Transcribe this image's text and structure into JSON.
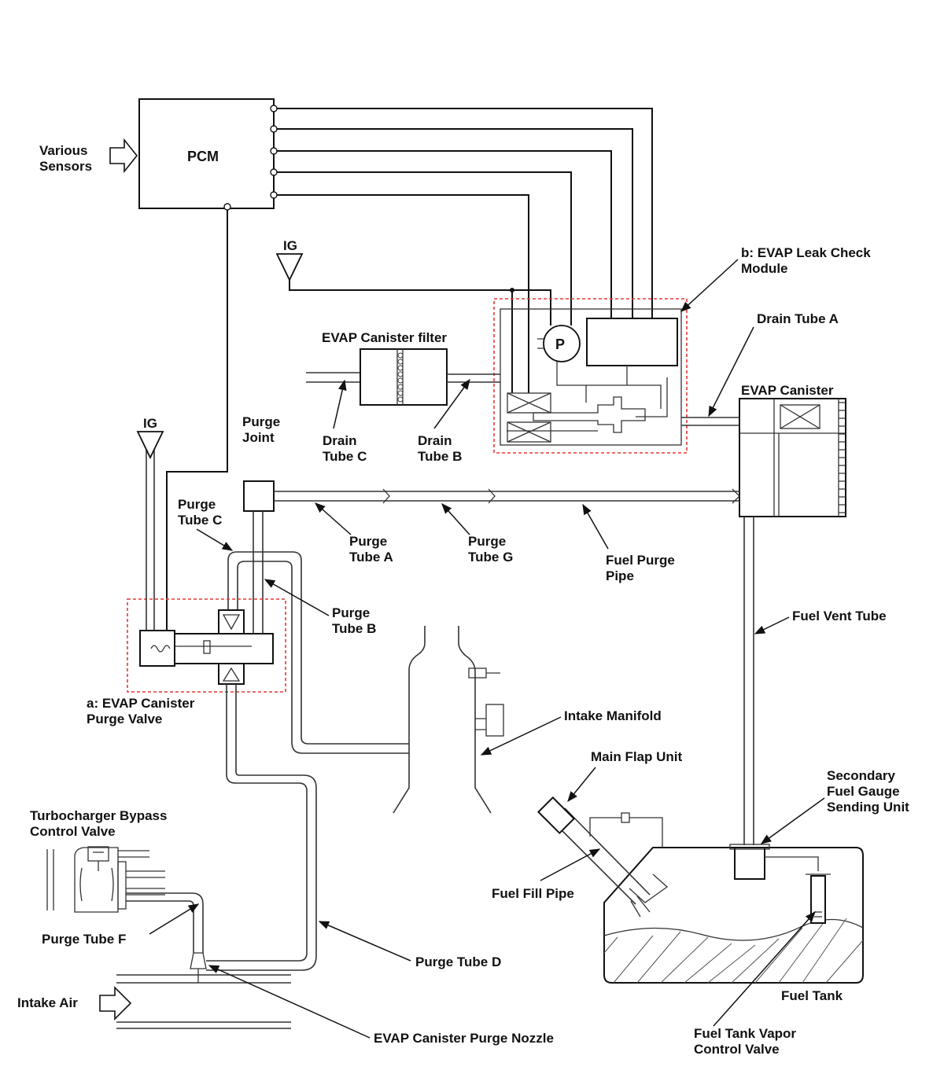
{
  "colors": {
    "line": "#111111",
    "highlight": "#e53935",
    "background": "#ffffff"
  },
  "labels": {
    "various_sensors": [
      "Various",
      "Sensors"
    ],
    "pcm": "PCM",
    "ig_top": "IG",
    "ig_left": "IG",
    "leak_check_module": [
      "b: EVAP Leak Check",
      "Module"
    ],
    "canister_filter": "EVAP Canister filter",
    "pump_symbol": "P",
    "drain_tube_a": "Drain Tube A",
    "evap_canister": "EVAP Canister",
    "drain_tube_c": [
      "Drain",
      "Tube C"
    ],
    "drain_tube_b": [
      "Drain",
      "Tube B"
    ],
    "purge_joint": [
      "Purge",
      "Joint"
    ],
    "purge_tube_c": [
      "Purge",
      "Tube C"
    ],
    "purge_tube_a": [
      "Purge",
      "Tube A"
    ],
    "purge_tube_g": [
      "Purge",
      "Tube G"
    ],
    "fuel_purge_pipe": [
      "Fuel Purge",
      "Pipe"
    ],
    "purge_tube_b": [
      "Purge",
      "Tube B"
    ],
    "fuel_vent_tube": "Fuel Vent Tube",
    "purge_valve": [
      "a: EVAP Canister",
      "Purge Valve"
    ],
    "intake_manifold": "Intake Manifold",
    "main_flap_unit": "Main Flap Unit",
    "secondary_gauge": [
      "Secondary",
      "Fuel Gauge",
      "Sending Unit"
    ],
    "turbo_bypass": [
      "Turbocharger Bypass",
      "Control Valve"
    ],
    "fuel_fill_pipe": "Fuel Fill Pipe",
    "purge_tube_f": "Purge Tube F",
    "purge_tube_d": "Purge Tube D",
    "intake_air": "Intake Air",
    "fuel_tank": "Fuel Tank",
    "purge_nozzle": "EVAP Canister Purge Nozzle",
    "vapor_valve": [
      "Fuel Tank Vapor",
      "Control Valve"
    ]
  }
}
